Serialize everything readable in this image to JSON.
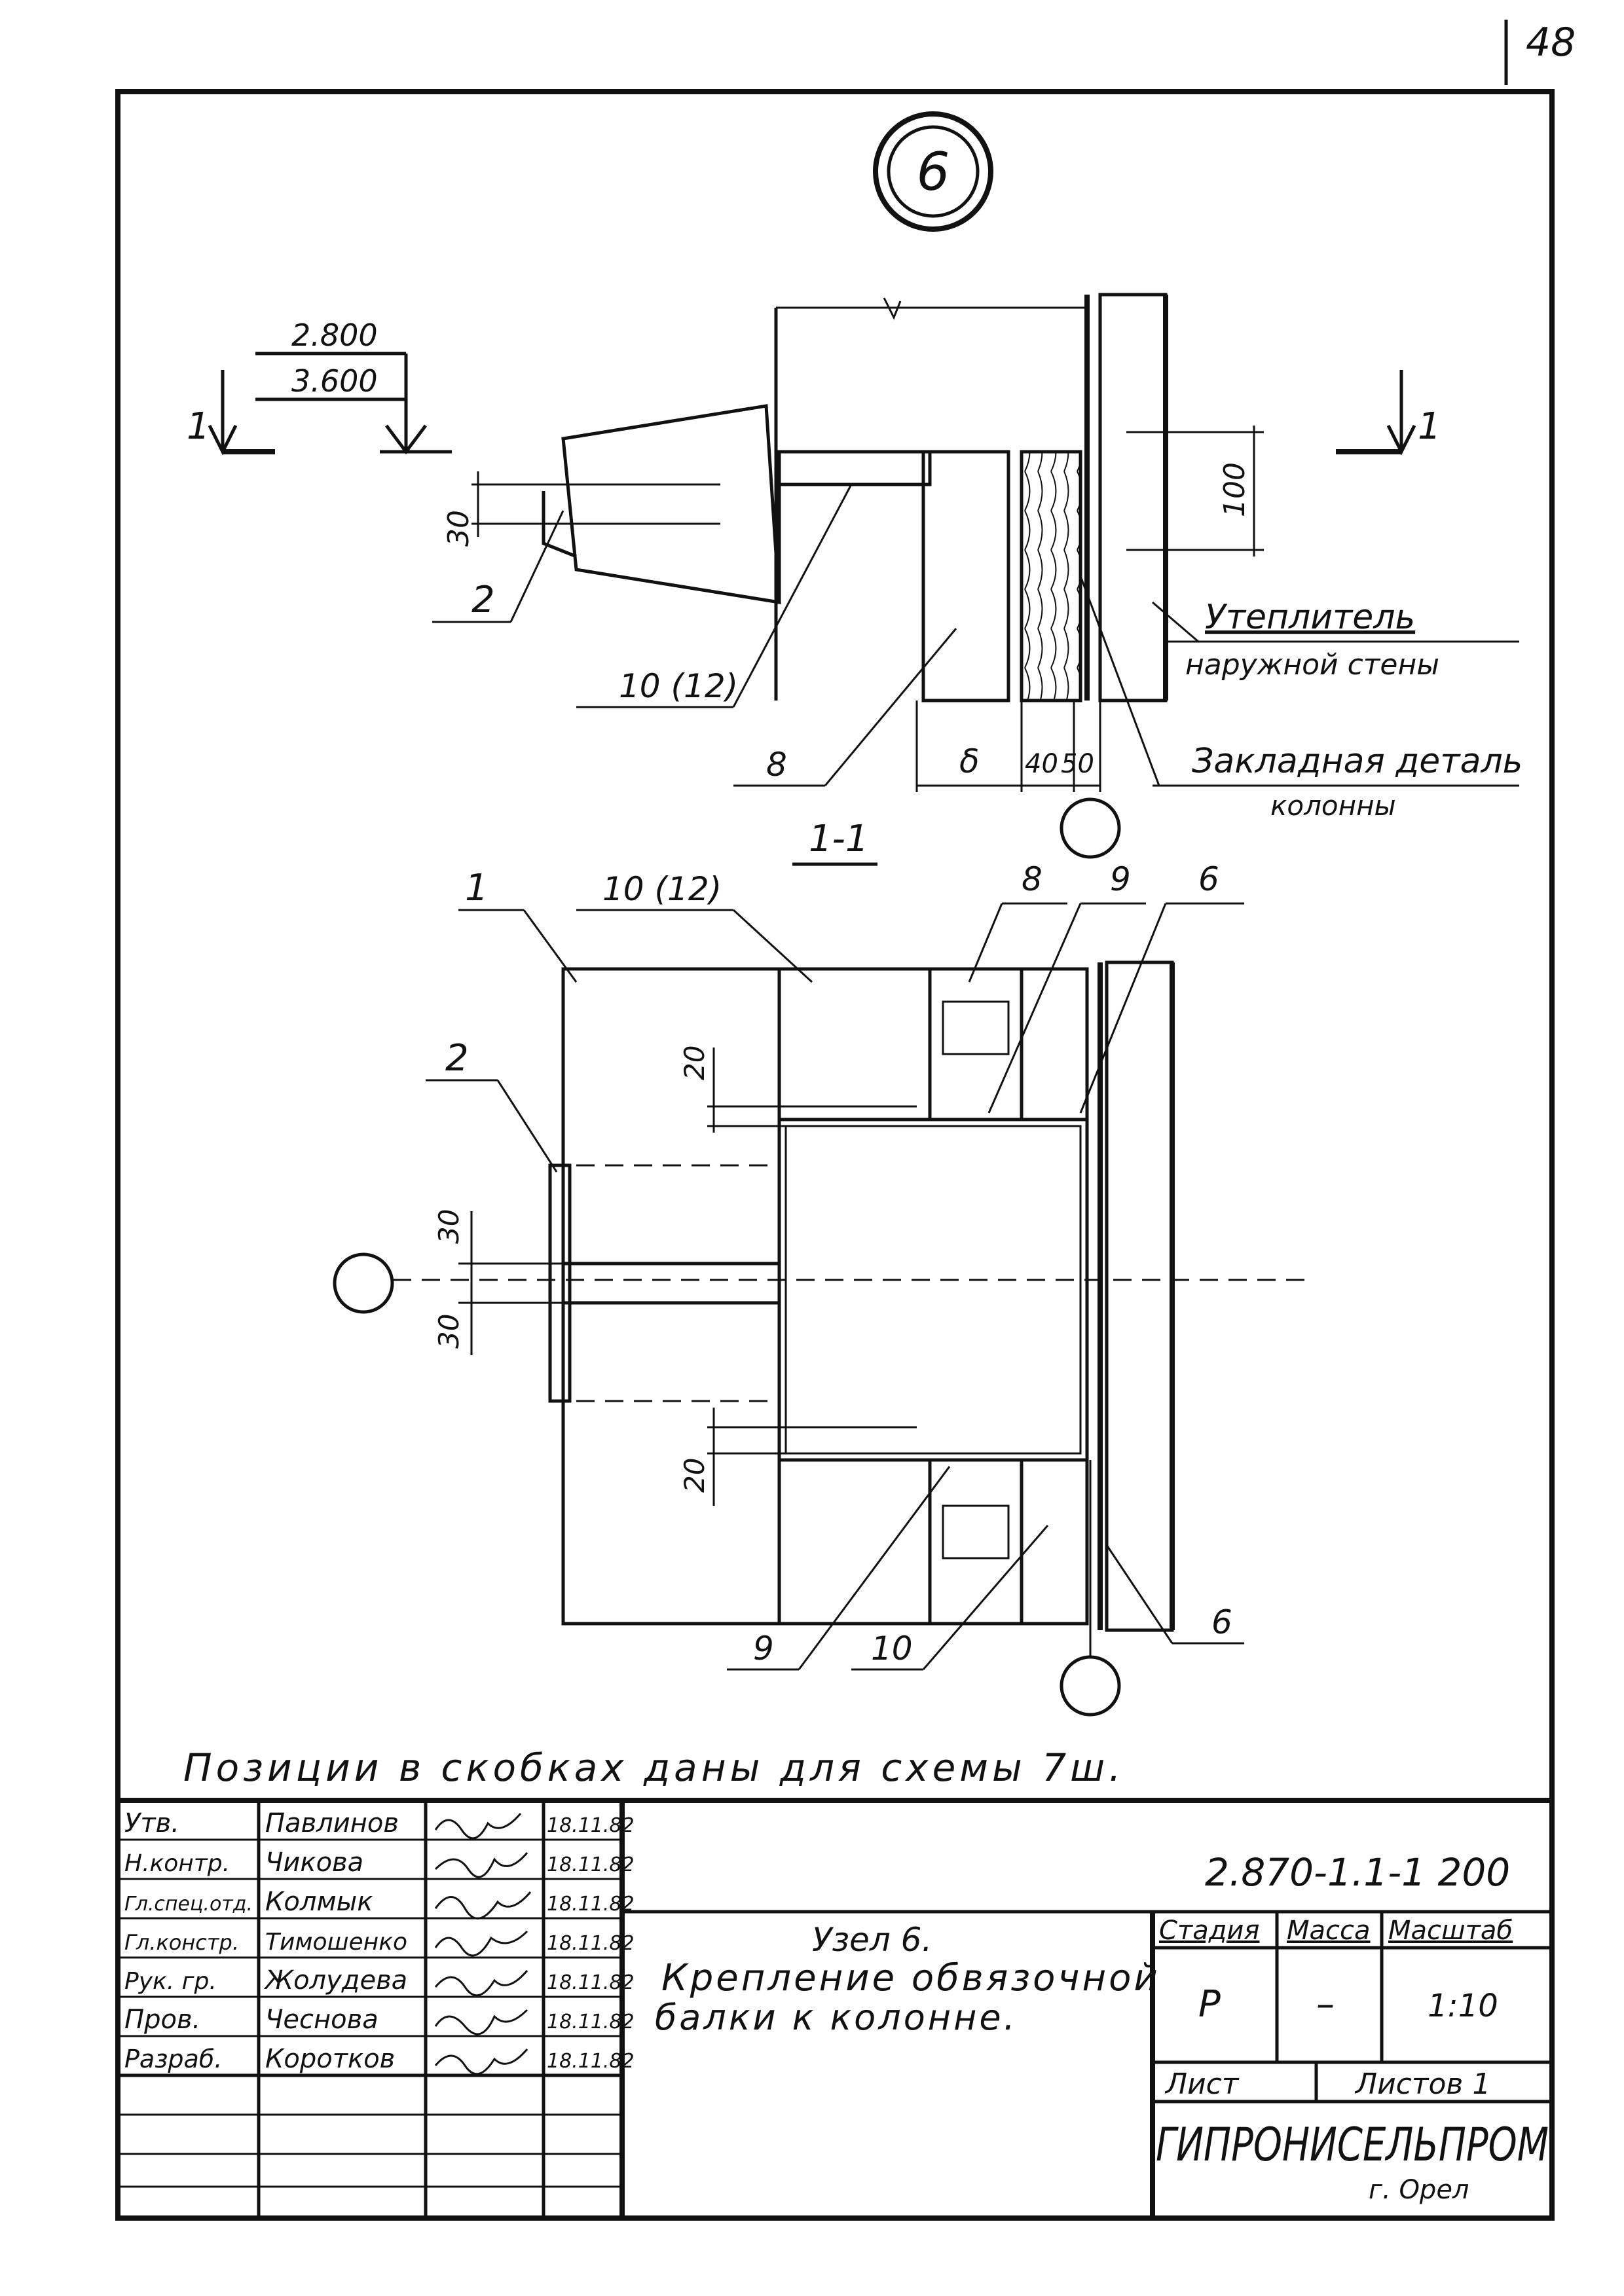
{
  "sheet_number": "48",
  "detail_marker": "6",
  "section_label": "1-1",
  "section_marks": [
    "1",
    "1"
  ],
  "elevations": [
    "2.800",
    "3.600"
  ],
  "dimensions": {
    "top_30": "30",
    "top_100": "100",
    "delta": "δ",
    "d40": "40",
    "d50": "50",
    "sec_20_top": "20",
    "sec_30_a": "30",
    "sec_30_b": "30",
    "sec_20_bottom": "20"
  },
  "callouts": {
    "top": [
      "2",
      "10 (12)",
      "8"
    ],
    "section": [
      "1",
      "10 (12)",
      "8",
      "9",
      "6",
      "2",
      "9",
      "10",
      "6"
    ]
  },
  "notes": {
    "insulation": [
      "Утеплитель",
      "наружной стены"
    ],
    "embedded": [
      "Закладная деталь",
      "колонны"
    ],
    "positions": "Позиции в скобках даны для схемы 7ш."
  },
  "title_block": {
    "signatories": [
      {
        "role": "Утв.",
        "name": "Павлинов",
        "date": "18.11.82"
      },
      {
        "role": "Н.контр.",
        "name": "Чикова",
        "date": "18.11.82"
      },
      {
        "role": "Гл.спец.отд.",
        "name": "Колмык",
        "date": "18.11.82"
      },
      {
        "role": "Гл.констр.",
        "name": "Тимошенко",
        "date": "18.11.82"
      },
      {
        "role": "Рук. гр.",
        "name": "Жолудева",
        "date": "18.11.82"
      },
      {
        "role": "Пров.",
        "name": "Чеснова",
        "date": "18.11.82"
      },
      {
        "role": "Разраб.",
        "name": "Коротков",
        "date": "18.11.82"
      }
    ],
    "doc_code": "2.870-1.1-1 200",
    "title_lines": [
      "Узел 6.",
      "Крепление обвязочной",
      "балки к колонне."
    ],
    "stage_label": "Стадия",
    "mass_label": "Масса",
    "scale_label": "Масштаб",
    "stage": "Р",
    "mass": "–",
    "scale": "1:10",
    "sheet_label": "Лист",
    "sheets_label": "Листов 1",
    "org": "ГИПРОНИСЕЛЬПРОМ",
    "city": "г. Орел"
  }
}
